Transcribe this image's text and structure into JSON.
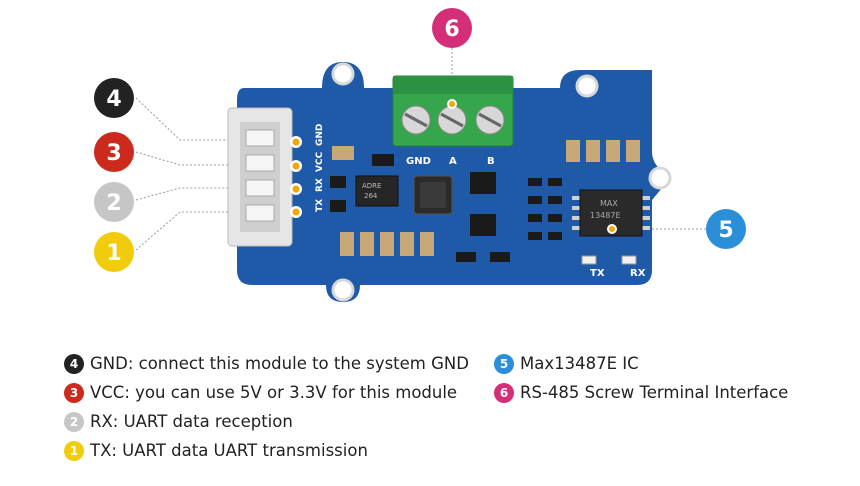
{
  "callouts": [
    {
      "id": "callout-4",
      "number": "4",
      "color": "#222222"
    },
    {
      "id": "callout-3",
      "number": "3",
      "color": "#cc2a1c"
    },
    {
      "id": "callout-2",
      "number": "2",
      "color": "#c6c6c6"
    },
    {
      "id": "callout-1",
      "number": "1",
      "color": "#f2cb0c"
    },
    {
      "id": "callout-5",
      "number": "5",
      "color": "#2a8fd8"
    },
    {
      "id": "callout-6",
      "number": "6",
      "color": "#d42e78"
    }
  ],
  "board": {
    "pin_labels": [
      "GND",
      "VCC",
      "RX",
      "TX"
    ],
    "terminal_labels": [
      "GND",
      "A",
      "B"
    ],
    "led_labels": [
      "TX",
      "RX"
    ],
    "chip_small_text": [
      "ADRE",
      "264"
    ],
    "chip_main_text": [
      "MAX",
      "13487E"
    ],
    "colors": {
      "pcb": "#1f5aa8",
      "terminal": "#35a64b",
      "connector": "#e6e6e6"
    }
  },
  "legend": [
    {
      "number": "4",
      "color": "#222222",
      "text": "GND: connect this module to the system GND"
    },
    {
      "number": "3",
      "color": "#cc2a1c",
      "text": "VCC: you can use 5V or 3.3V for this module"
    },
    {
      "number": "2",
      "color": "#c6c6c6",
      "text": "RX: UART data reception"
    },
    {
      "number": "1",
      "color": "#f2cb0c",
      "text": "TX: UART data UART transmission"
    },
    {
      "number": "5",
      "color": "#2a8fd8",
      "text": "Max13487E IC"
    },
    {
      "number": "6",
      "color": "#d42e78",
      "text": "RS-485 Screw Terminal Interface"
    }
  ]
}
